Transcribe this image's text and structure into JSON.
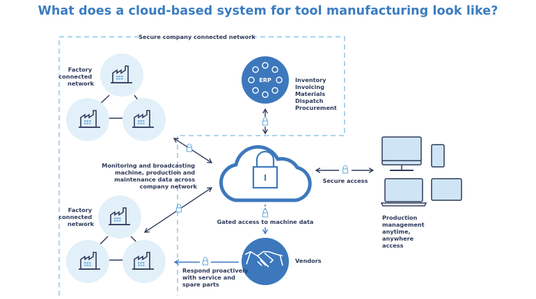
{
  "title": "What does a cloud-based system for tool manufacturing look like?",
  "network_label": "Secure company connected network",
  "factory_top_label": [
    "Factory",
    "connected",
    "network"
  ],
  "factory_bottom_label": [
    "Factory",
    "connected",
    "network"
  ],
  "erp": {
    "label": "ERP",
    "items": [
      "Inventory",
      "Invoicing",
      "Materials",
      "Dispatch",
      "Procurement"
    ]
  },
  "monitoring_label": [
    "Monitoring and broadcasting",
    "machine, production and",
    "maintenance data across",
    "company network"
  ],
  "secure_access_label": "Secure access",
  "gated_label": "Gated access to machine data",
  "vendors_label": "Vendors",
  "respond_label": [
    "Respond proactively",
    "with service and",
    "spare parts"
  ],
  "production_label": [
    "Production",
    "management",
    "anytime,",
    "anywhere",
    "access"
  ],
  "colors": {
    "title": "#3b7cc0",
    "accent": "#3d78bd",
    "text": "#2e3a5a",
    "light": "#e2f0f9",
    "dashed": "#8ec5e8"
  }
}
